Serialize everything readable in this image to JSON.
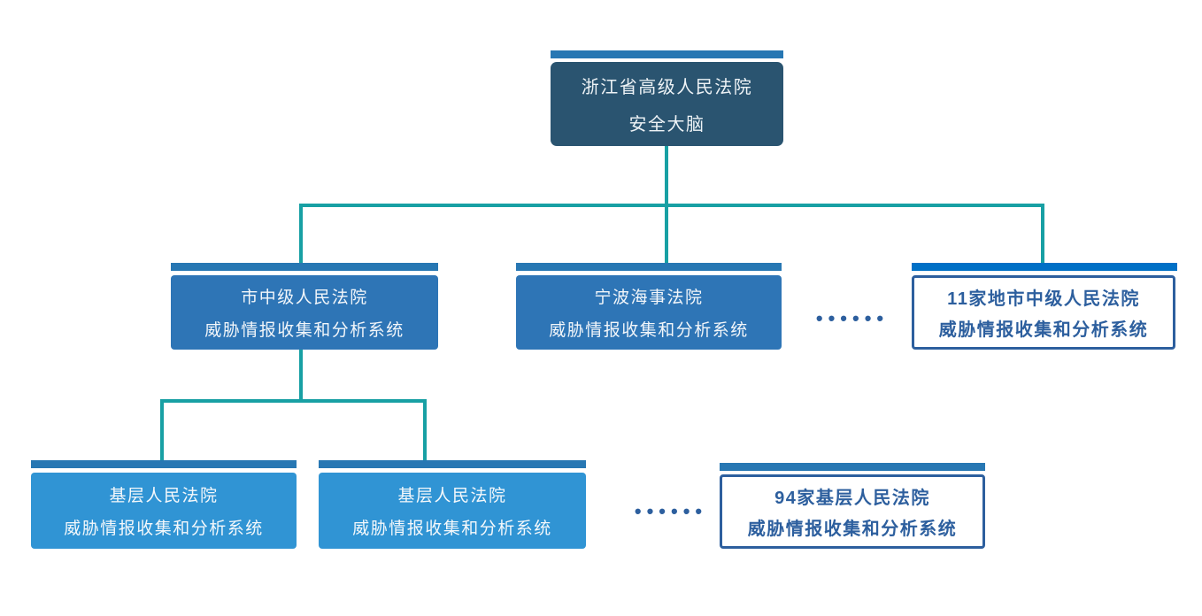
{
  "diagram": {
    "title_hint": "court-security-brain-hierarchy",
    "root": {
      "line1": "浙江省高级人民法院",
      "line2": "安全大脑"
    },
    "level2": [
      {
        "id": "intermediate-court",
        "line1": "市中级人民法院",
        "line2": "威胁情报收集和分析系统"
      },
      {
        "id": "ningbo-maritime-court",
        "line1": "宁波海事法院",
        "line2": "威胁情报收集和分析系统"
      },
      {
        "id": "summary-11-intermediate-courts",
        "line1": "11家地市中级人民法院",
        "line2": "威胁情报收集和分析系统"
      }
    ],
    "level3": [
      {
        "id": "basic-court-1",
        "line1": "基层人民法院",
        "line2": "威胁情报收集和分析系统"
      },
      {
        "id": "basic-court-2",
        "line1": "基层人民法院",
        "line2": "威胁情报收集和分析系统"
      },
      {
        "id": "summary-94-basic-courts",
        "line1": "94家基层人民法院",
        "line2": "威胁情报收集和分析系统"
      }
    ],
    "ellipsis": "••••••"
  },
  "colors": {
    "navy": "#2A5470",
    "mid-blue": "#2E75B6",
    "light-blue": "#3094D4",
    "bar-blue": "#2777B3",
    "bright-blue": "#0070C6",
    "outline": "#2D5F9E",
    "teal": "#18A0A4"
  }
}
